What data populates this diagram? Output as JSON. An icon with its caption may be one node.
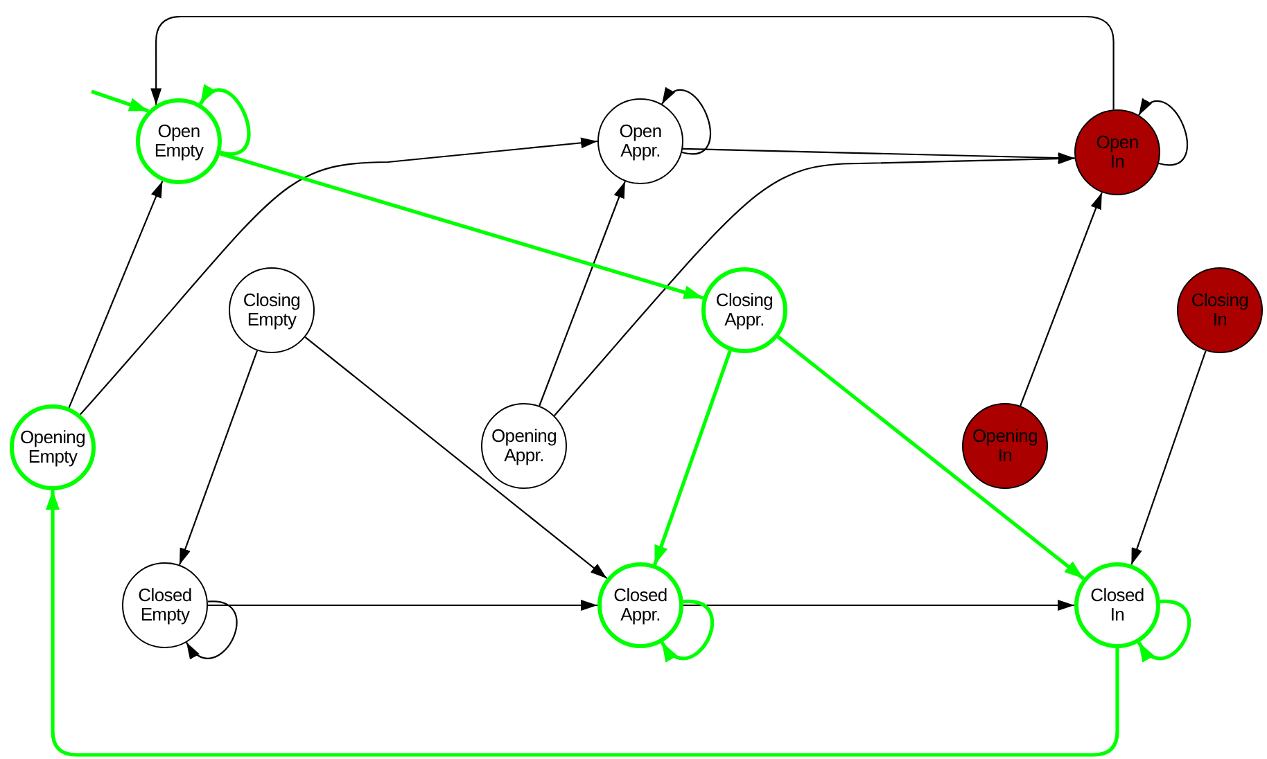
{
  "diagram": {
    "nodes": [
      {
        "text": [
          "Open Empty"
        ]
      },
      {
        "text": [
          "Open Appr."
        ]
      },
      {
        "text": [
          "Open In"
        ]
      },
      {
        "text": [
          "Closing Empty"
        ]
      },
      {
        "text": [
          "Closing Appr."
        ]
      },
      {
        "text": [
          "Closing In"
        ]
      },
      {
        "text": [
          "Opening Empty"
        ]
      },
      {
        "text": [
          "Opening Appr."
        ]
      },
      {
        "text": [
          "Opening In"
        ]
      },
      {
        "text": [
          "Closed Empty"
        ]
      },
      {
        "text": [
          "Closed Appr."
        ]
      },
      {
        "text": [
          "Closed In"
        ]
      }
    ],
    "edges": [
      {
        "from": null,
        "to": 0,
        "arrow": "to",
        "style": "thick",
        "color": "#00ff00"
      },
      {
        "from": 0,
        "to": 0,
        "arrow": "to",
        "style": "thick",
        "color": "#00ff00"
      },
      {
        "from": 2,
        "to": 0,
        "arrow": "to"
      },
      {
        "from": 1,
        "to": 1,
        "arrow": "to"
      },
      {
        "from": 2,
        "to": 2,
        "arrow": "to"
      },
      {
        "from": 6,
        "to": 0,
        "arrow": "to"
      },
      {
        "from": 6,
        "to": 1,
        "arrow": "to"
      },
      {
        "from": 1,
        "to": 2,
        "arrow": "to"
      },
      {
        "from": 7,
        "to": 1,
        "arrow": "to"
      },
      {
        "from": 7,
        "to": 2,
        "arrow": "to"
      },
      {
        "from": 8,
        "to": 2,
        "arrow": "to"
      },
      {
        "from": 0,
        "to": 4,
        "arrow": "to",
        "style": "thick",
        "color": "#00ff00"
      },
      {
        "from": 3,
        "to": 9,
        "arrow": "to"
      },
      {
        "from": 3,
        "to": 10,
        "arrow": "to"
      },
      {
        "from": 4,
        "to": 10,
        "arrow": "to",
        "style": "thick",
        "color": "#00ff00"
      },
      {
        "from": 4,
        "to": 11,
        "arrow": "to",
        "style": "thick",
        "color": "#00ff00"
      },
      {
        "from": 5,
        "to": 11,
        "arrow": "to"
      },
      {
        "from": 9,
        "to": 10,
        "arrow": "to"
      },
      {
        "from": 9,
        "to": 9,
        "arrow": "to"
      },
      {
        "from": 10,
        "to": 11,
        "arrow": "to"
      },
      {
        "from": 10,
        "to": 10,
        "arrow": "to",
        "style": "thick",
        "color": "#00ff00"
      },
      {
        "from": 11,
        "to": 11,
        "arrow": "to",
        "style": "thick",
        "color": "#00ff00"
      },
      {
        "from": 11,
        "to": 6,
        "arrow": "to",
        "style": "thick",
        "color": "#00ff00"
      }
    ]
  }
}
